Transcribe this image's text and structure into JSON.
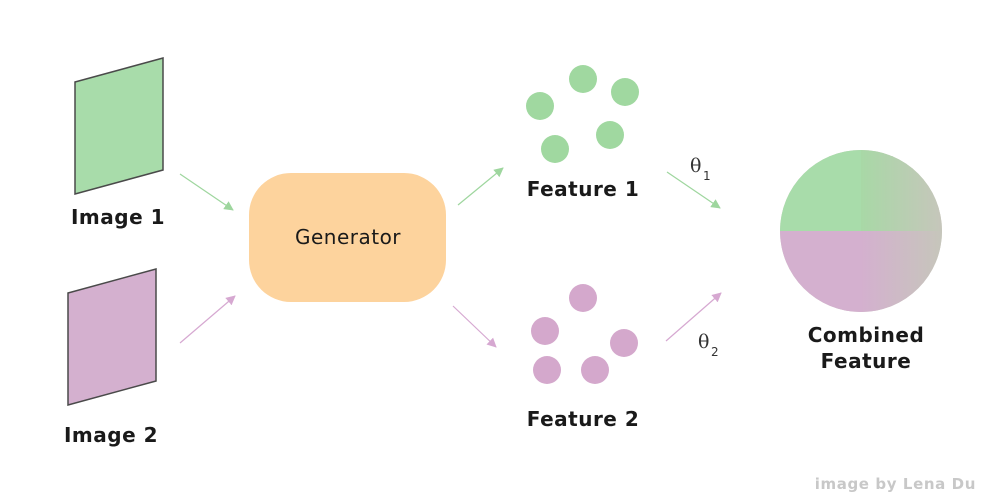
{
  "labels": {
    "image1": "Image 1",
    "image2": "Image 2",
    "generator": "Generator",
    "feature1": "Feature 1",
    "feature2": "Feature 2",
    "combined_line1": "Combined",
    "combined_line2": "Feature",
    "theta_symbol": "θ",
    "theta1_sub": "1",
    "theta2_sub": "2",
    "credit": "image by Lena Du"
  },
  "colors": {
    "green": "#a8dcaa",
    "green_dot": "#a0d8a0",
    "purple": "#d4b0cf",
    "purple_dot": "#d4a8cc",
    "generator": "#fdd39d",
    "pie_gray": "#c6c6bb",
    "green_arrow": "#9ed69e",
    "purple_arrow": "#d6a8d1",
    "outline": "#4a4a4a"
  }
}
